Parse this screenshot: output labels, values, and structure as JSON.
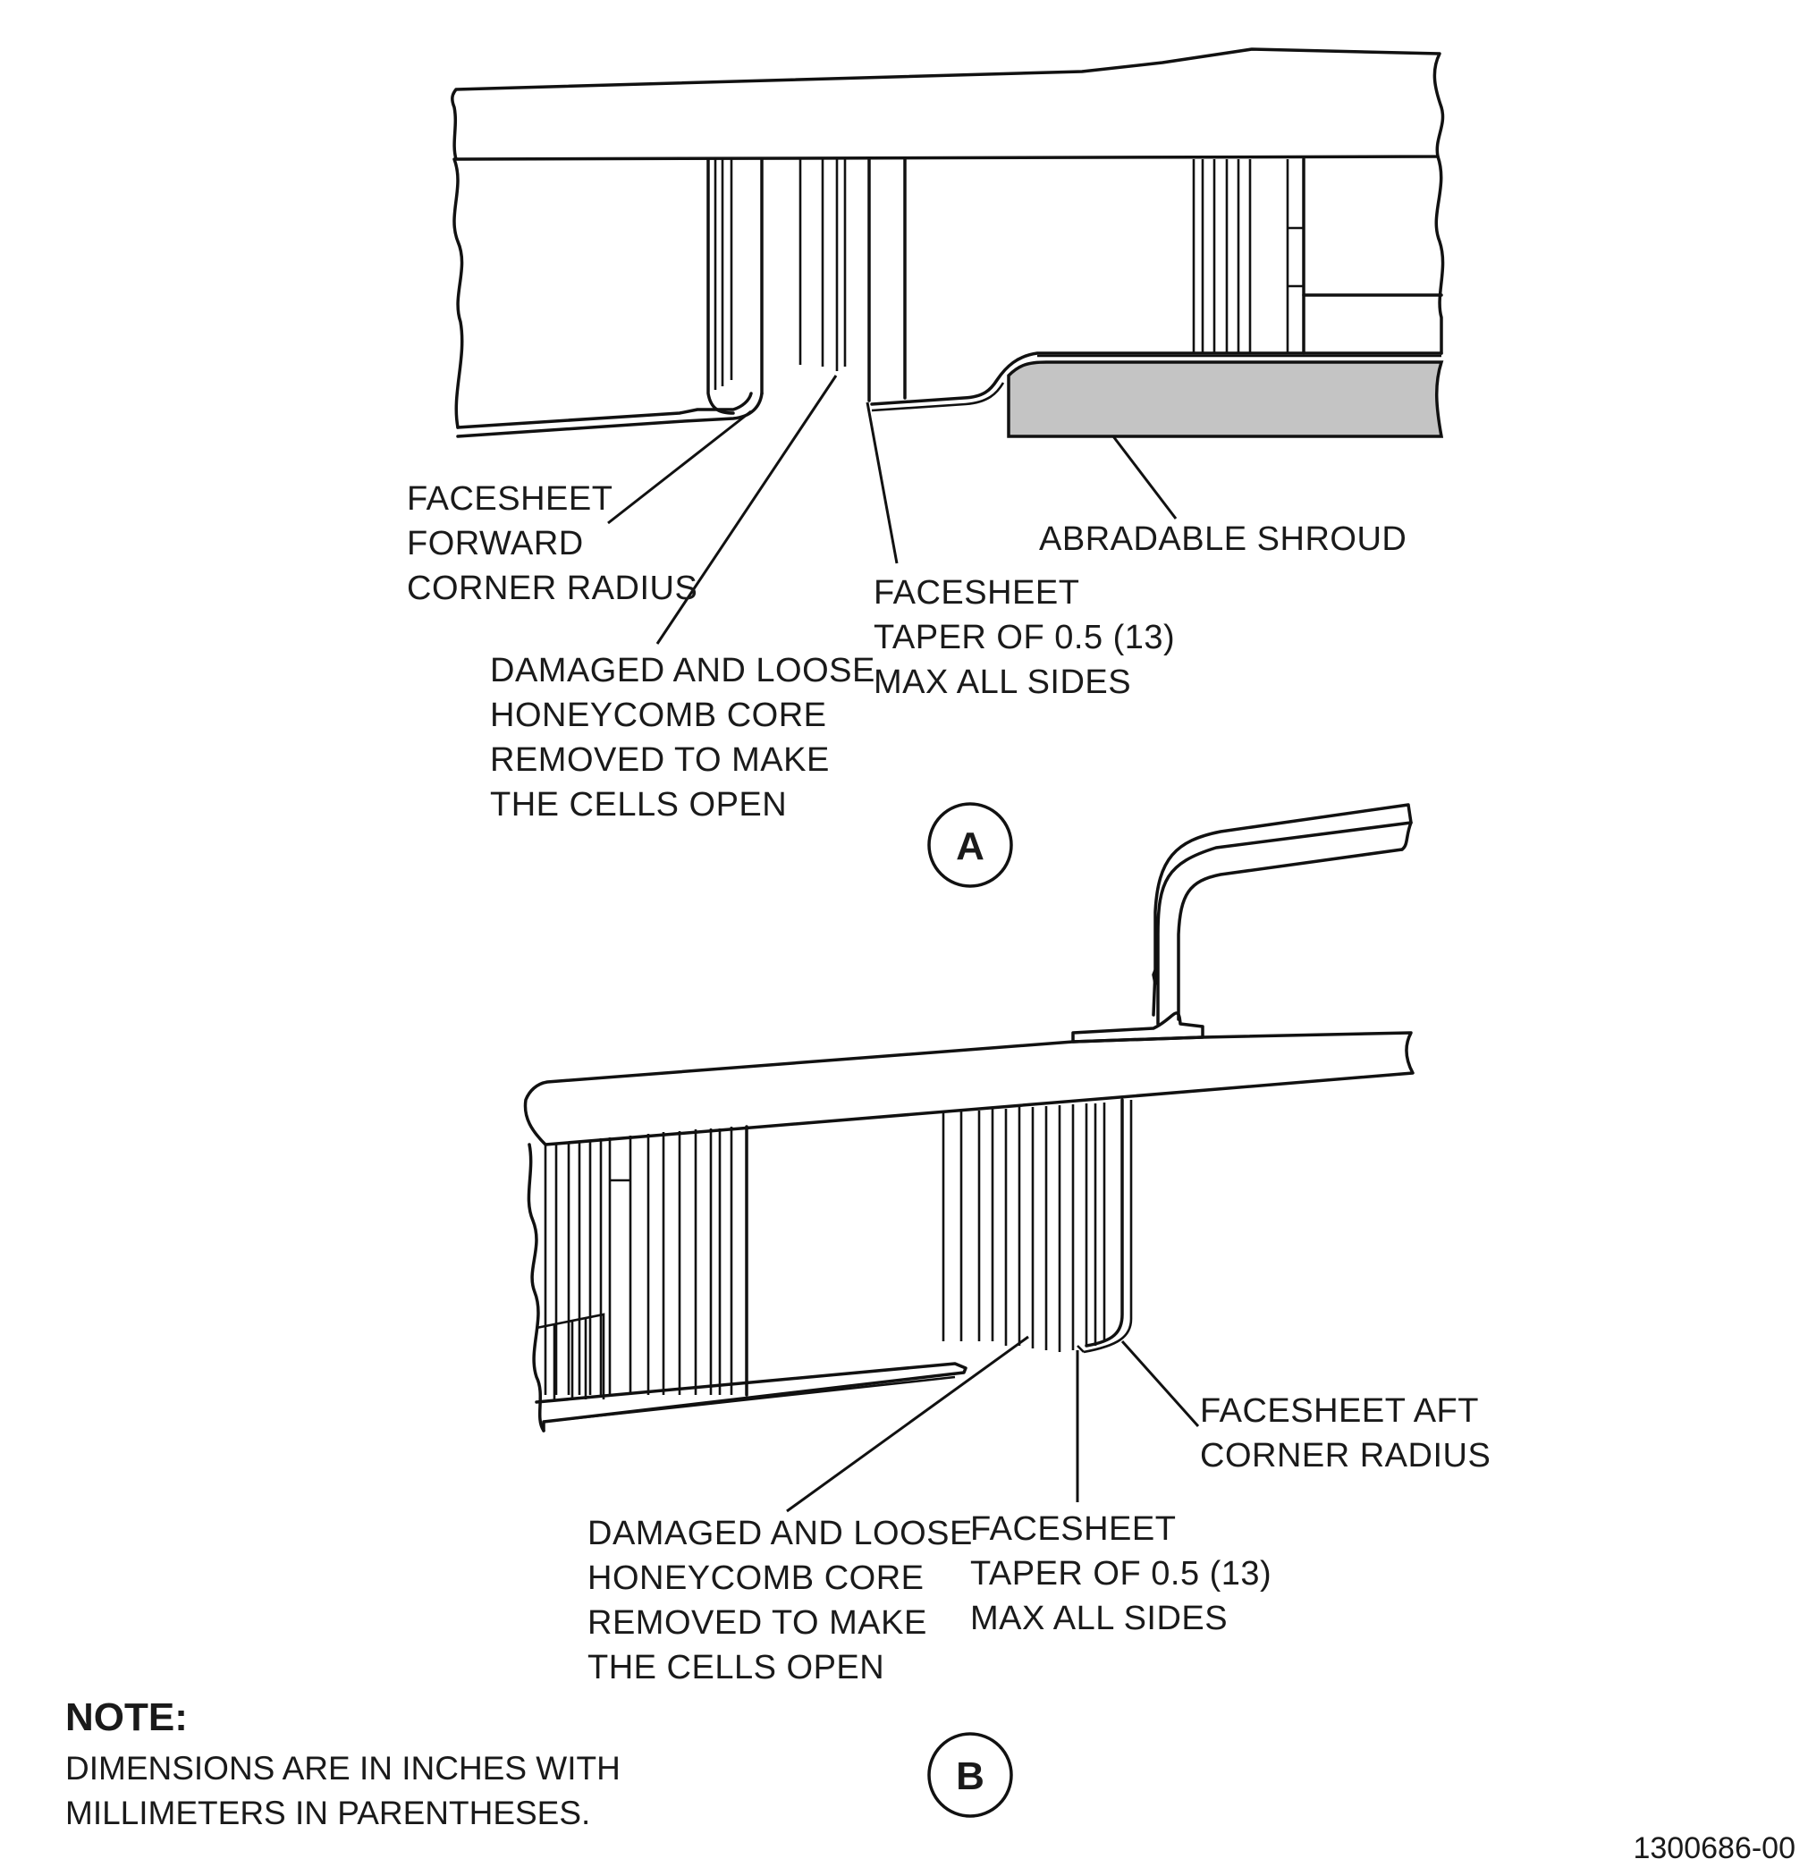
{
  "detail_a": {
    "marker": "A",
    "labels": {
      "forward_radius": [
        "FACESHEET",
        "FORWARD",
        "CORNER RADIUS"
      ],
      "core_removed": [
        "DAMAGED AND LOOSE",
        "HONEYCOMB CORE",
        "REMOVED TO MAKE",
        "THE CELLS OPEN"
      ],
      "taper": [
        "FACESHEET",
        "TAPER OF 0.5 (13)",
        "MAX ALL SIDES"
      ],
      "shroud": "ABRADABLE SHROUD"
    }
  },
  "detail_b": {
    "marker": "B",
    "labels": {
      "aft_radius": [
        "FACESHEET AFT",
        "CORNER RADIUS"
      ],
      "core_removed": [
        "DAMAGED AND LOOSE",
        "HONEYCOMB CORE",
        "REMOVED TO MAKE",
        "THE CELLS OPEN"
      ],
      "taper": [
        "FACESHEET",
        "TAPER OF 0.5 (13)",
        "MAX ALL SIDES"
      ]
    }
  },
  "note": {
    "title": "NOTE:",
    "lines": [
      "DIMENSIONS ARE IN INCHES WITH",
      "MILLIMETERS IN PARENTHESES."
    ]
  },
  "figure_id": "1300686-00"
}
